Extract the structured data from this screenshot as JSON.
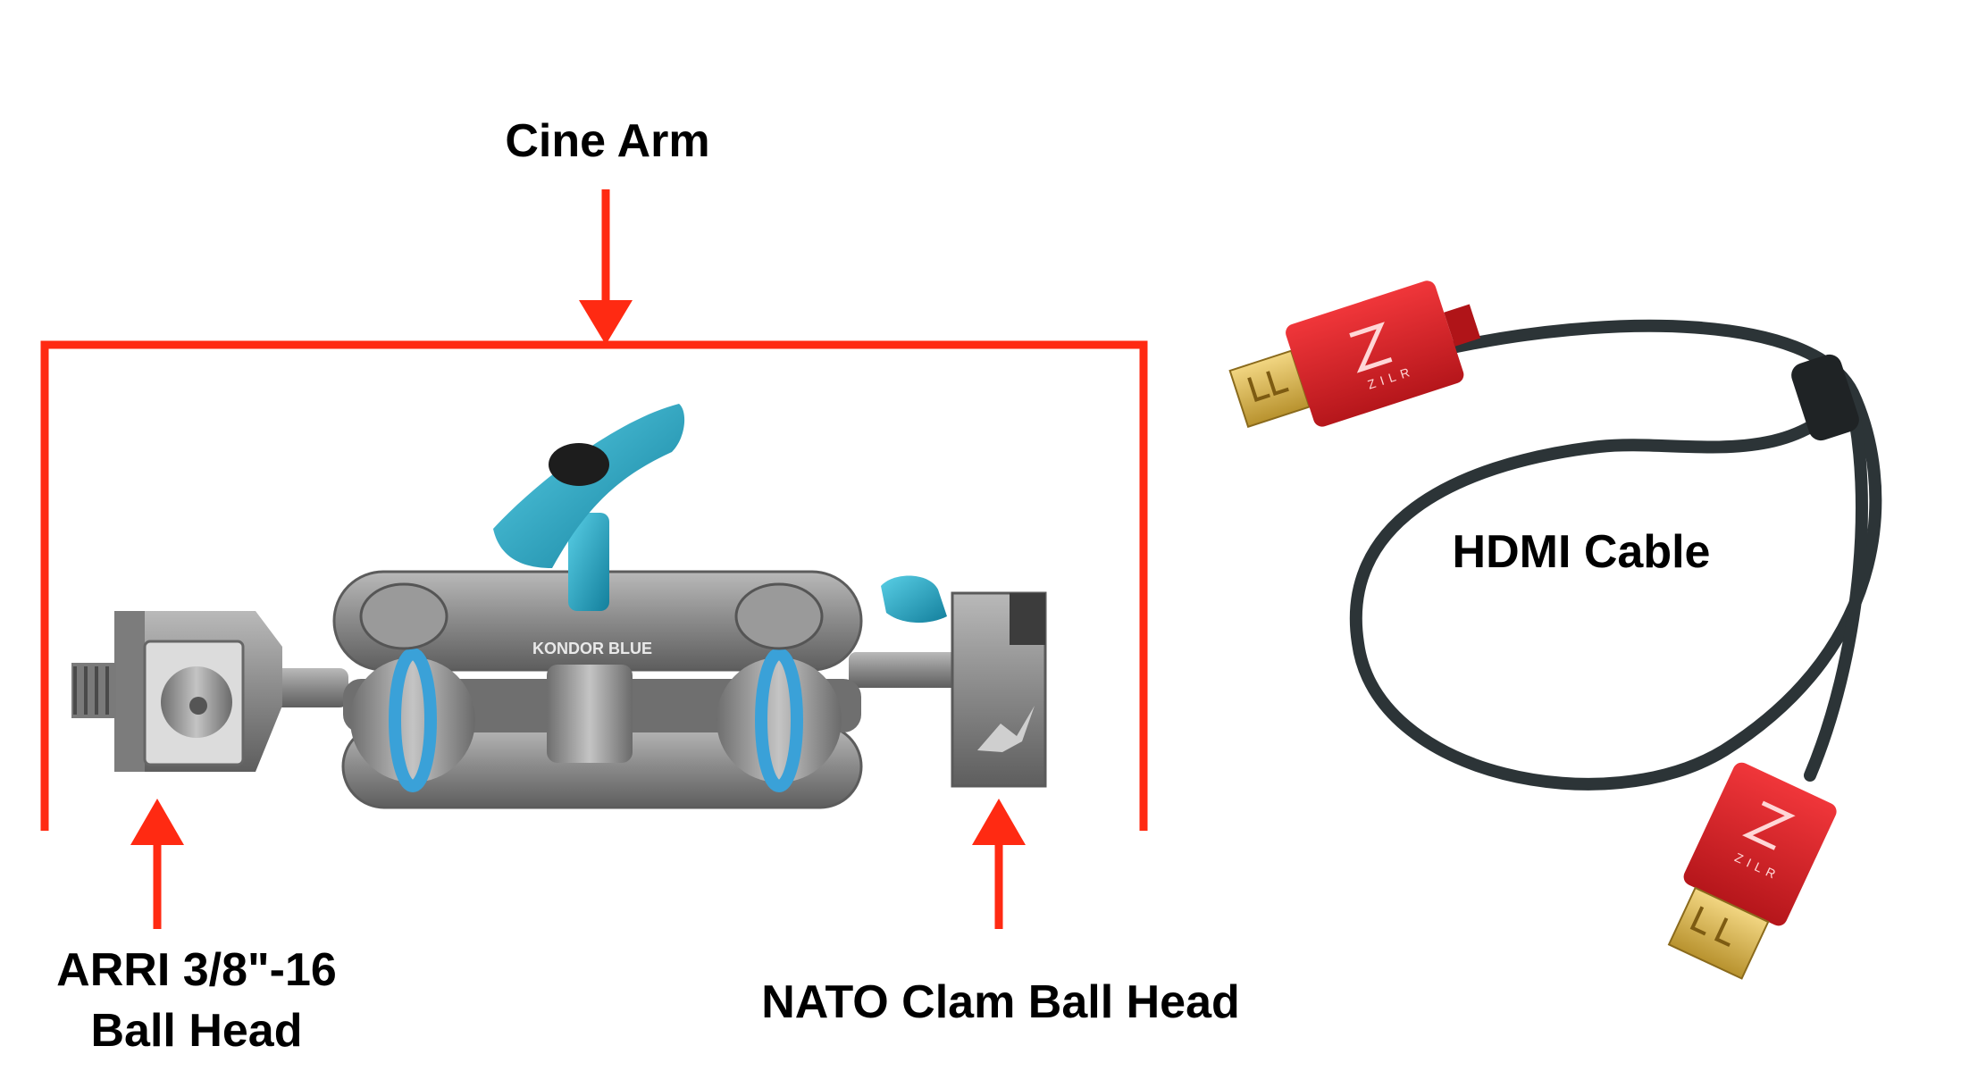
{
  "labels": {
    "cine_arm": "Cine Arm",
    "hdmi_cable": "HDMI Cable",
    "arri_line1": "ARRI 3/8\"-16",
    "arri_line2": "Ball Head",
    "nato": "NATO Clam Ball Head"
  },
  "product_text": {
    "kondor_brand": "KONDOR BLUE",
    "zilr_brand": "ZILR"
  },
  "colors": {
    "annotation_red": "#ff2a12",
    "anodized_blue": "#1fa6c6",
    "cable_red": "#e0242a",
    "gold": "#d6b24a",
    "gunmetal": "#8c8c8c"
  }
}
